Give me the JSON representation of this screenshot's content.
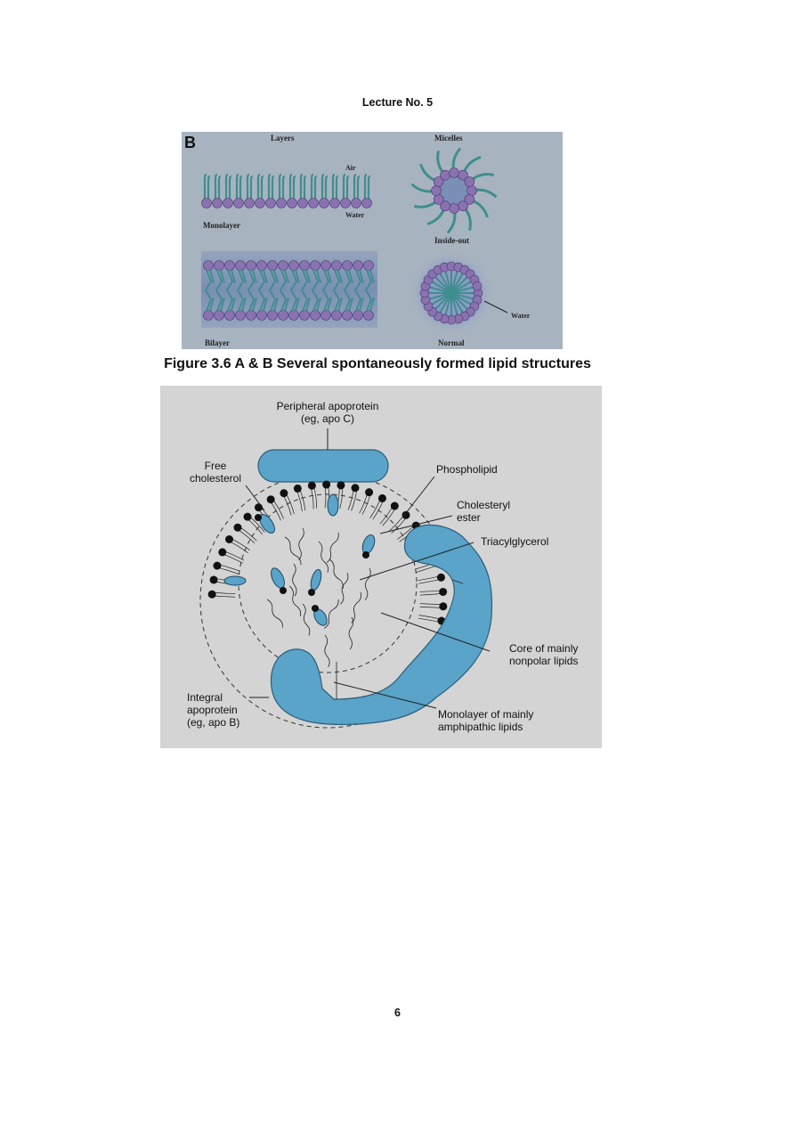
{
  "header": {
    "title": "Lecture No. 5"
  },
  "figure_b": {
    "panel_letter": "B",
    "labels": {
      "layers": "Layers",
      "micelles": "Micelles",
      "air": "Air",
      "water_top": "Water",
      "monolayer": "Monolayer",
      "inside_out": "Inside-out",
      "water_right": "Water",
      "bilayer": "Bilayer",
      "normal": "Normal"
    },
    "colors": {
      "background": "#a8b3c0",
      "head": "#8a72b0",
      "tail": "#3f8e8e",
      "core": "#7a8fb5"
    }
  },
  "caption": "Figure 3.6  A & B Several spontaneously formed lipid structures",
  "figure_lipoprotein": {
    "labels": {
      "peripheral_1": "Peripheral apoprotein",
      "peripheral_2": "(eg, apo C)",
      "free_chol_1": "Free",
      "free_chol_2": "cholesterol",
      "phospholipid": "Phospholipid",
      "chol_ester_1": "Cholesteryl",
      "chol_ester_2": "ester",
      "triacylglycerol": "Triacylglycerol",
      "core_1": "Core of mainly",
      "core_2": "nonpolar lipids",
      "integral_1": "Integral",
      "integral_2": "apoprotein",
      "integral_3": "(eg, apo B)",
      "monolayer_1": "Monolayer of mainly",
      "monolayer_2": "amphipathic lipids"
    },
    "colors": {
      "background": "#d4d4d4",
      "protein": "#5aa3c9"
    }
  },
  "page_number": "6"
}
